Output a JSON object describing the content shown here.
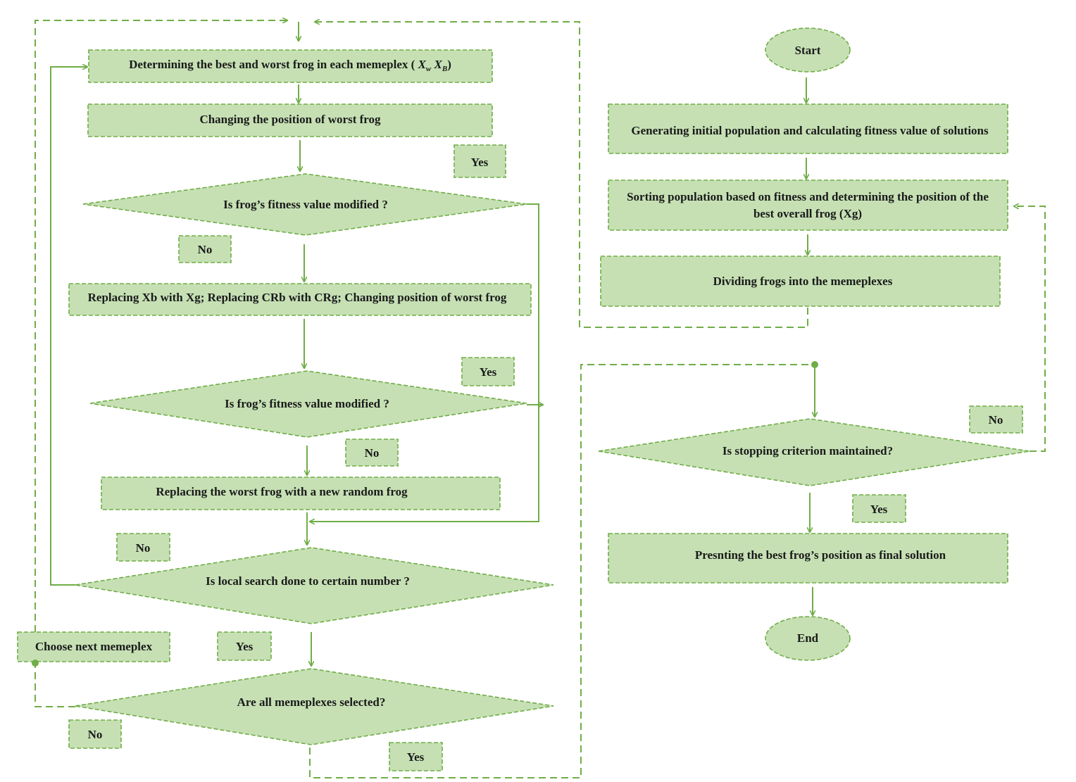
{
  "nodes": {
    "start": "Start",
    "generate": "Generating  initial population and calculating fitness value of solutions",
    "sort_line1": "Sorting population based on fitness and determining the position of the",
    "sort_line2": "best overall frog (Xg)",
    "divide": "Dividing frogs into the memeplexes",
    "stop_criterion": "Is stopping criterion maintained?",
    "present_best": "Presnting the best frog’s position as final solution",
    "end": "End",
    "determine_prefix": "Determining the best and worst frog in each memeplex (",
    "determine_xw": "X",
    "determine_xw_sub": "w",
    "determine_xb": "X",
    "determine_xb_sub": "B",
    "determine_suffix": ")",
    "change_worst": "Changing the position of worst frog",
    "fitness_check_1": "Is frog’s fitness value modified ?",
    "replace_xb": "Replacing Xb with Xg; Replacing  CRb with CRg; Changing position of worst frog",
    "fitness_check_2": "Is frog’s fitness value modified ?",
    "replace_random": "Replacing the worst frog with a new random frog",
    "local_search": "Is local search done to certain number ?",
    "choose_next": "Choose next memeplex",
    "all_selected": "Are all memeplexes selected?"
  },
  "labels": {
    "yes_1": "Yes",
    "no_1": "No",
    "yes_2": "Yes",
    "no_2": "No",
    "no_3": "No",
    "yes_3": "Yes",
    "no_4": "No",
    "yes_4": "Yes",
    "no_stop": "No",
    "yes_stop": "Yes"
  },
  "colors": {
    "fill": "#c6e0b4",
    "stroke": "#70ad47"
  }
}
